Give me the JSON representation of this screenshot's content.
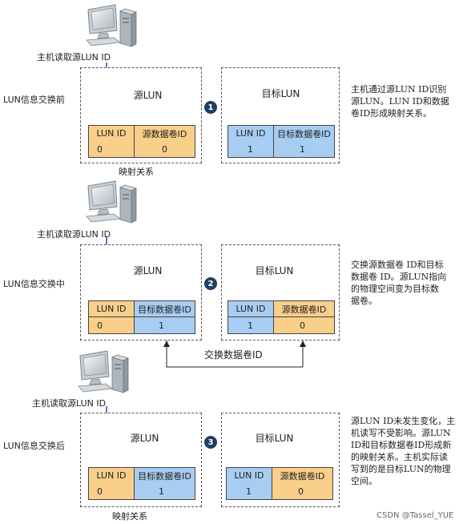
{
  "host_label": "主机读取源LUN ID",
  "stages": [
    {
      "stage_label": "LUN信息交换前",
      "badge": "1",
      "left": {
        "cylinder_label": "源LUN",
        "col1_header": "LUN ID",
        "col2_header": "源数据卷ID",
        "col1_value": "0",
        "col2_value": "0",
        "col2_color": "orange"
      },
      "right": {
        "cylinder_label": "目标LUN",
        "col1_header": "LUN ID",
        "col2_header": "目标数据卷ID",
        "col1_value": "1",
        "col2_value": "1",
        "col2_color": "blue"
      },
      "caption": "映射关系",
      "note": [
        "主机通过源LUN ID识别",
        "源LUN。LUN ID和数据",
        "卷ID形成映射关系。"
      ]
    },
    {
      "stage_label": "LUN信息交换中",
      "badge": "2",
      "left": {
        "cylinder_label": "源LUN",
        "col1_header": "LUN ID",
        "col2_header": "目标数据卷ID",
        "col1_value": "0",
        "col2_value": "1",
        "col2_color": "blue"
      },
      "right": {
        "cylinder_label": "目标LUN",
        "col1_header": "LUN ID",
        "col2_header": "源数据卷ID",
        "col1_value": "1",
        "col2_value": "0",
        "col2_color": "orange"
      },
      "swap_label": "交换数据卷ID",
      "note": [
        "交换源数据卷 ID和目标",
        "数据卷 ID。源LUN指向",
        "的物理空间变为目标数",
        "据卷。"
      ]
    },
    {
      "stage_label": "LUN信息交换后",
      "badge": "3",
      "left": {
        "cylinder_label": "源LUN",
        "col1_header": "LUN ID",
        "col2_header": "目标数据卷ID",
        "col1_value": "0",
        "col2_value": "1",
        "col2_color": "blue"
      },
      "right": {
        "cylinder_label": "目标LUN",
        "col1_header": "LUN ID",
        "col2_header": "源数据卷ID",
        "col1_value": "1",
        "col2_value": "0",
        "col2_color": "orange"
      },
      "caption": "映射关系",
      "note": [
        "源LUN ID未发生变化，主",
        "机读写不受影响。源LUN",
        "ID和目标数据卷ID形成新",
        "的映射关系。主机实际读",
        "写到的是目标LUN的物理",
        "空间。"
      ]
    }
  ],
  "watermark": "CSDN @Tassel_YUE",
  "colors": {
    "orange_fill": "#f9cf8a",
    "blue_fill": "#a8cdf2",
    "orange_cylinder": "#f08a1c",
    "blue_cylinder": "#bcdcea",
    "arrow_blue": "#1f44d8",
    "badge": "#1f3f63"
  }
}
